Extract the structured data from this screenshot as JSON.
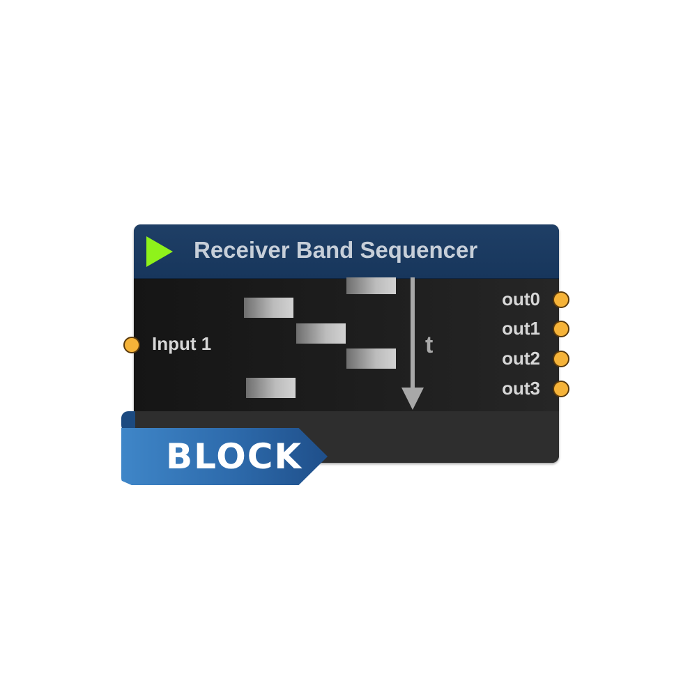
{
  "node": {
    "title": "Receiver Band Sequencer",
    "icon": "play-icon",
    "accent_color": "#8ff21b",
    "header_color": "#1f3f66"
  },
  "inputs": [
    {
      "label": "Input 1"
    }
  ],
  "outputs": [
    {
      "label": "out0"
    },
    {
      "label": "out1"
    },
    {
      "label": "out2"
    },
    {
      "label": "out3"
    }
  ],
  "diagram": {
    "time_label": "t",
    "arrow_icon": "down-arrow-icon"
  },
  "badge": {
    "label": "BLOCK",
    "color": "#2d6aab"
  },
  "port_color": "#f5b339"
}
